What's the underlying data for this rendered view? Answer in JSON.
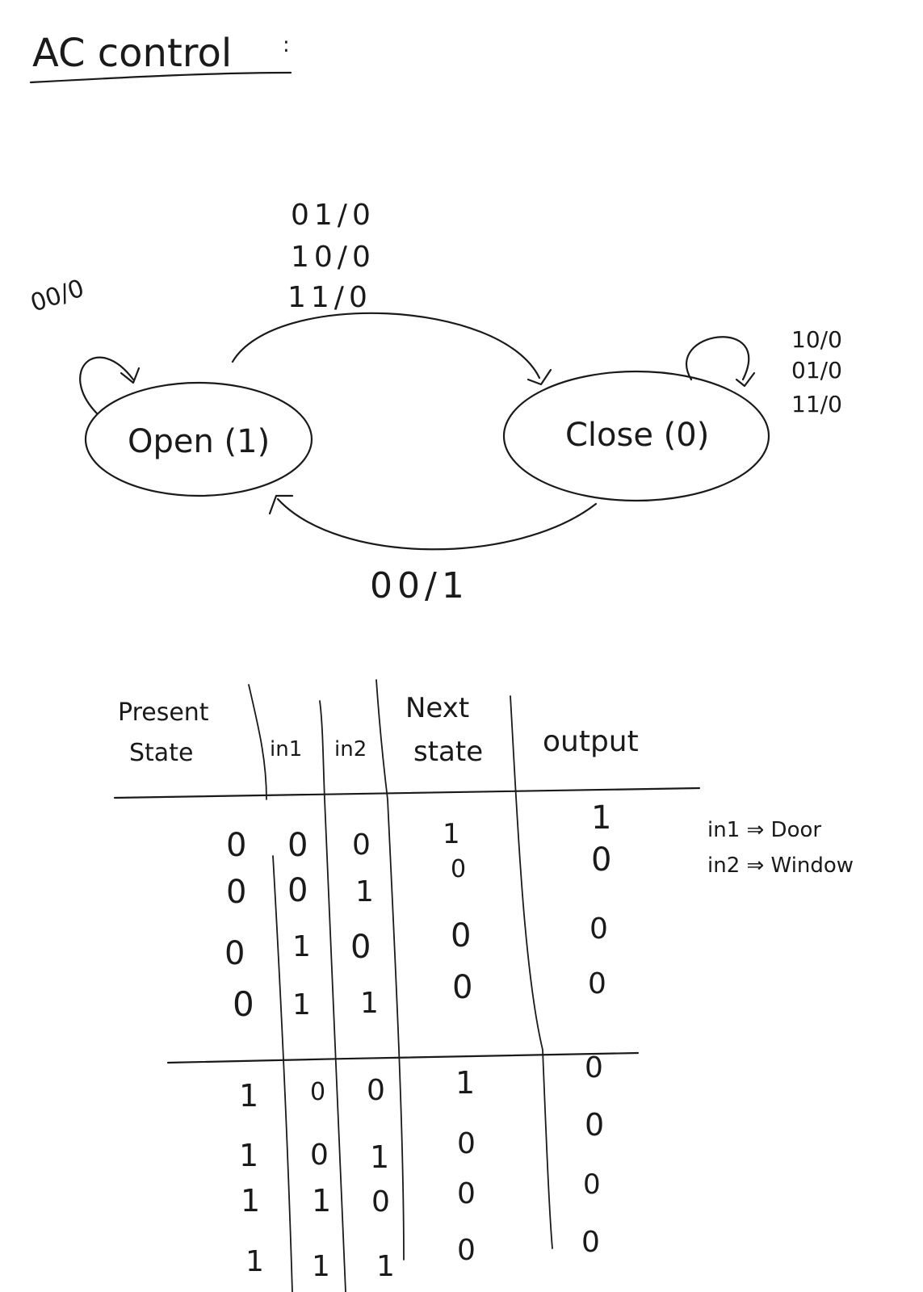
{
  "title": "AC control",
  "title_colon": ":",
  "states": {
    "open": "Open (1)",
    "close": "Close (0)"
  },
  "transitions": {
    "open_self": "00/0",
    "open_to_close": [
      "01/0",
      "10/0",
      "11/0"
    ],
    "close_self": [
      "10/0",
      "01/0",
      "11/0"
    ],
    "close_to_open": "00/1"
  },
  "table": {
    "headers": {
      "present_state": [
        "Present",
        "State"
      ],
      "in1": "in1",
      "in2": "in2",
      "next_state": [
        "Next",
        "state"
      ],
      "output": "output"
    },
    "rows": [
      [
        "0",
        "0",
        "0",
        "1",
        "1"
      ],
      [
        "0",
        "0",
        "1",
        "0",
        "0"
      ],
      [
        "0",
        "1",
        "0",
        "0",
        "0"
      ],
      [
        "0",
        "1",
        "1",
        "0",
        "0"
      ],
      [
        "1",
        "0",
        "0",
        "1",
        "0"
      ],
      [
        "1",
        "0",
        "1",
        "0",
        "0"
      ],
      [
        "1",
        "1",
        "0",
        "0",
        "0"
      ],
      [
        "1",
        "1",
        "1",
        "0",
        "0"
      ]
    ]
  },
  "legend": [
    "in1 ⇒ Door",
    "in2 ⇒ Window"
  ]
}
